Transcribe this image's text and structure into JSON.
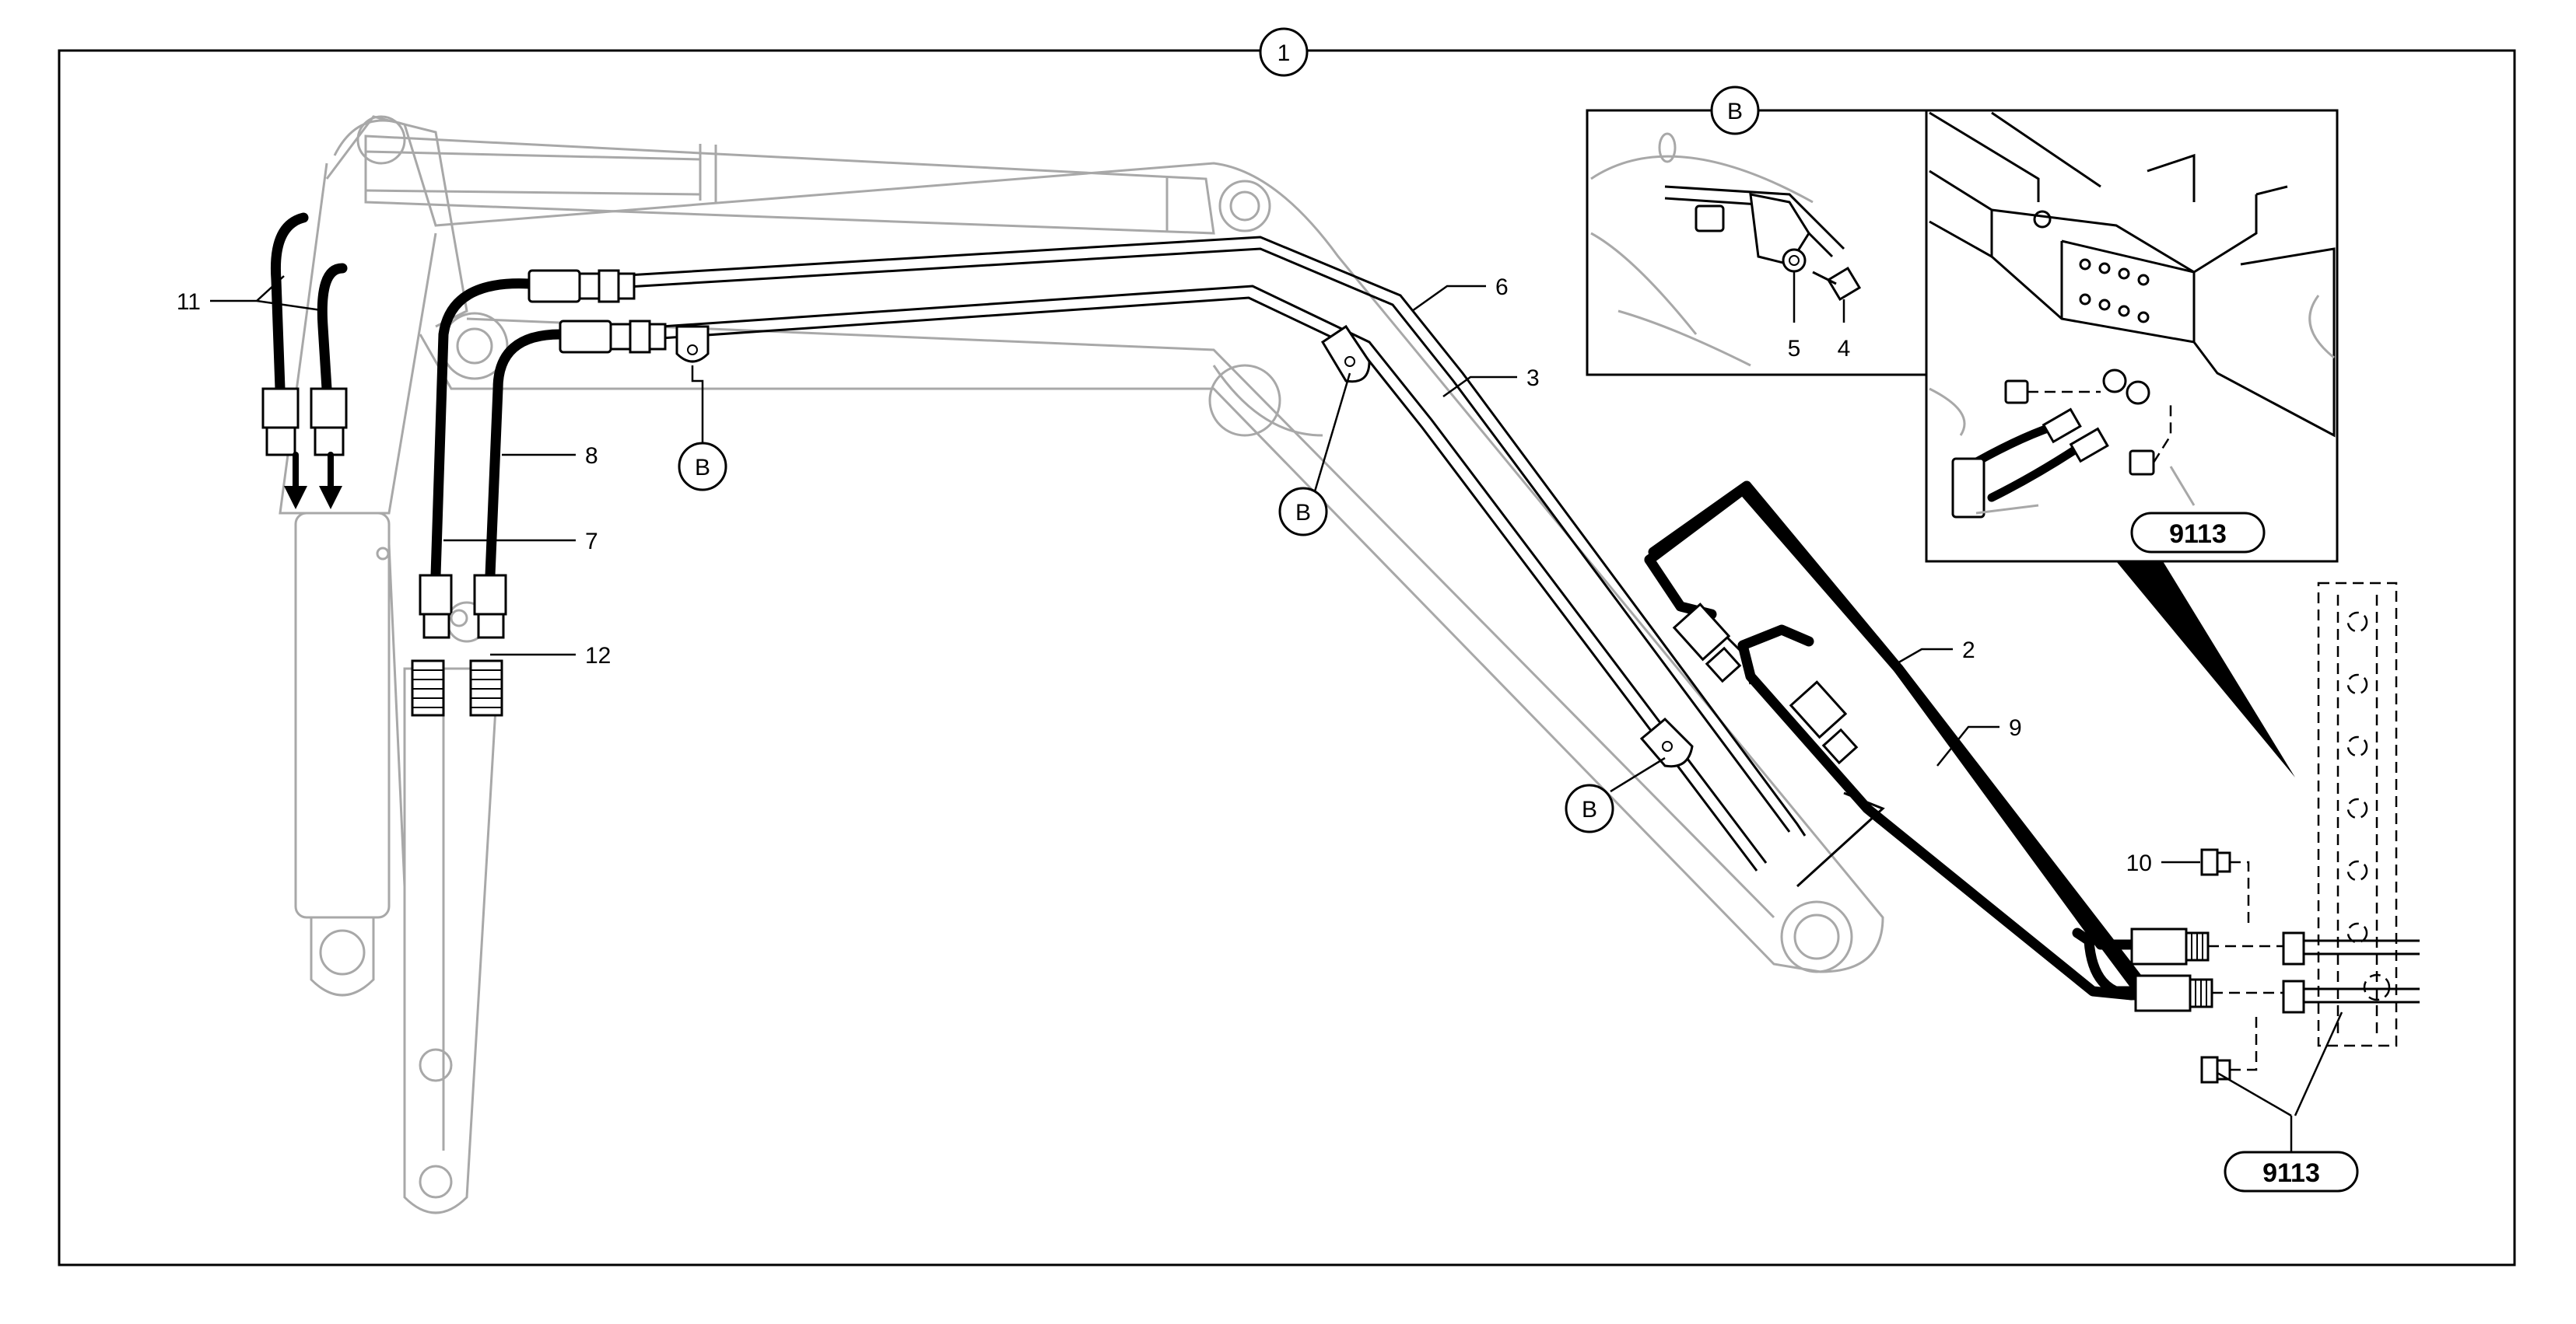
{
  "diagram": {
    "figure_number": "1",
    "detail_b_title": "B",
    "b_marker": "B",
    "reference_code": "9113",
    "callouts": {
      "c2": "2",
      "c3": "3",
      "c4": "4",
      "c5": "5",
      "c6": "6",
      "c7": "7",
      "c8": "8",
      "c9": "9",
      "c10": "10",
      "c11": "11",
      "c12": "12"
    }
  }
}
